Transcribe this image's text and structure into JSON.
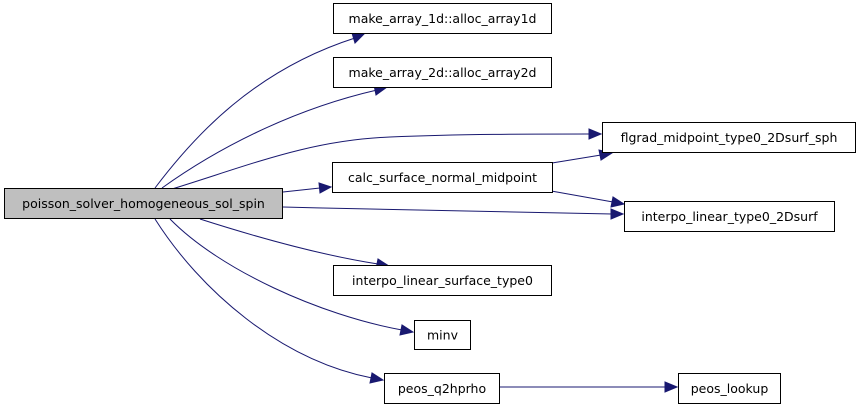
{
  "graph": {
    "edge_color": "#191970",
    "root_fill": "#bfbfbf",
    "nodes": {
      "root": "poisson_solver_homogeneous_sol_spin",
      "alloc1d": "make_array_1d::alloc_array1d",
      "alloc2d": "make_array_2d::alloc_array2d",
      "flgrad": "flgrad_midpoint_type0_2Dsurf_sph",
      "calcnorm": "calc_surface_normal_midpoint",
      "interpo2d": "interpo_linear_type0_2Dsurf",
      "interposurf": "interpo_linear_surface_type0",
      "minv": "minv",
      "peosq2h": "peos_q2hprho",
      "peoslookup": "peos_lookup"
    },
    "edges": [
      [
        "root",
        "alloc1d"
      ],
      [
        "root",
        "alloc2d"
      ],
      [
        "root",
        "flgrad"
      ],
      [
        "root",
        "calcnorm"
      ],
      [
        "root",
        "interpo2d"
      ],
      [
        "root",
        "interposurf"
      ],
      [
        "root",
        "minv"
      ],
      [
        "root",
        "peosq2h"
      ],
      [
        "calcnorm",
        "flgrad"
      ],
      [
        "calcnorm",
        "interpo2d"
      ],
      [
        "peosq2h",
        "peoslookup"
      ]
    ]
  }
}
